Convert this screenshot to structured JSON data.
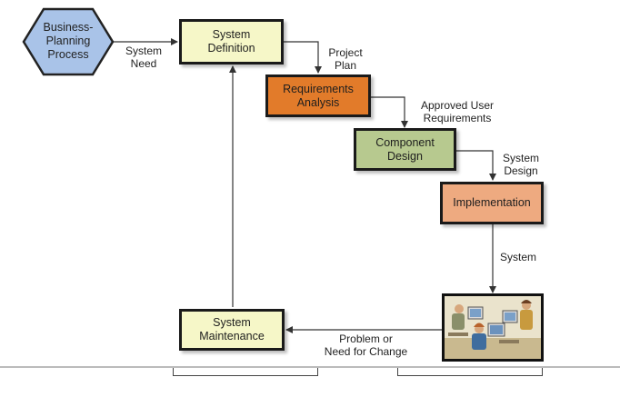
{
  "diagram": {
    "nodes": {
      "business_planning": {
        "label": "Business-\nPlanning\nProcess",
        "fill": "#a9c3e8",
        "border": "#222222"
      },
      "system_definition": {
        "label": "System\nDefinition",
        "fill": "#f6f7c8",
        "border": "#1a1a1a"
      },
      "requirements_analysis": {
        "label": "Requirements\nAnalysis",
        "fill": "#e27b2a",
        "border": "#1a1a1a"
      },
      "component_design": {
        "label": "Component\nDesign",
        "fill": "#b7c98f",
        "border": "#1a1a1a"
      },
      "implementation": {
        "label": "Implementation",
        "fill": "#eeaa80",
        "border": "#1a1a1a"
      },
      "system_maintenance": {
        "label": "System\nMaintenance",
        "fill": "#f6f7c8",
        "border": "#1a1a1a"
      }
    },
    "edge_labels": {
      "system_need": "System\nNeed",
      "project_plan": "Project\nPlan",
      "approved_user_requirements": "Approved User\nRequirements",
      "system_design": "System\nDesign",
      "system": "System",
      "problem_or_need_for_change": "Problem or\nNeed for Change"
    }
  },
  "colors": {
    "line": "#333333",
    "photo_frame": "#111111"
  }
}
